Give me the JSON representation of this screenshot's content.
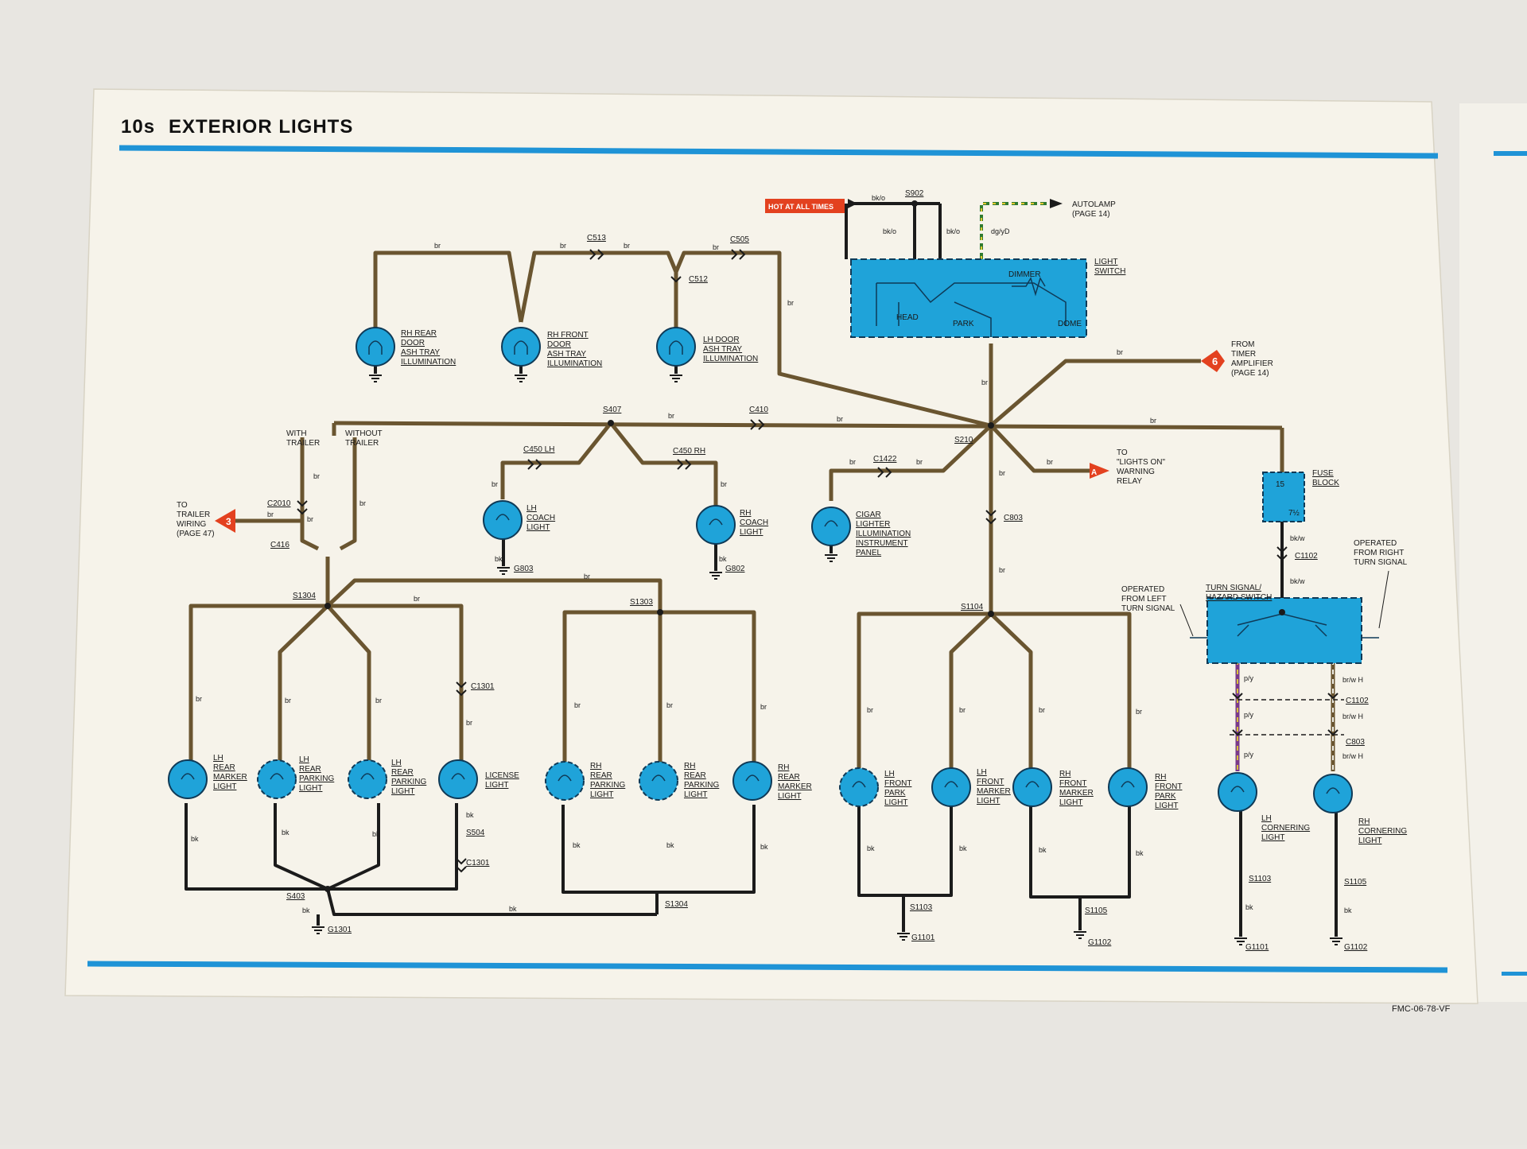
{
  "page": {
    "section": "10s",
    "title": "EXTERIOR LIGHTS",
    "footer_code": "FMC-06-78-VF"
  },
  "colors": {
    "wire_br": "#6a5530",
    "wire_bk": "#1b1b1b",
    "component_fill": "#1fa3d9",
    "rule_blue": "#1f93d6",
    "tag_red": "#e3411f",
    "paper": "#f6f3ea"
  },
  "power": {
    "hot_label": "HOT AT ALL TIMES",
    "splice": "S902",
    "autolamp": [
      "AUTOLAMP",
      "(PAGE 14)"
    ],
    "wires": [
      "bk/o",
      "bk/o",
      "bk/o",
      "dg/yD"
    ]
  },
  "light_switch": {
    "label": [
      "LIGHT",
      "SWITCH"
    ],
    "head": "HEAD",
    "park": "PARK",
    "dimmer": "DIMMER",
    "dome": "DOME"
  },
  "interior_lamps": [
    [
      "RH REAR",
      "DOOR",
      "ASH TRAY",
      "ILLUMINATION"
    ],
    [
      "RH FRONT",
      "DOOR",
      "ASH TRAY",
      "ILLUMINATION"
    ],
    [
      "LH DOOR",
      "ASH TRAY",
      "ILLUMINATION"
    ]
  ],
  "connectors": {
    "c513": "C513",
    "c505": "C505",
    "c512": "C512",
    "s407": "S407",
    "c410": "C410",
    "s210": "S210",
    "c450lh": "C450 LH",
    "c450rh": "C450 RH",
    "c1422": "C1422",
    "c803": "C803",
    "c2010": "C2010",
    "c416": "C416",
    "s1304": "S1304",
    "s1303": "S1303",
    "s1104": "S1104",
    "c1301": "C1301",
    "s504": "S504",
    "c1301b": "C1301",
    "s403": "S403",
    "s1304b": "S1304",
    "g1301": "G1301",
    "g803": "G803",
    "g802": "G802",
    "c1102": "C1102",
    "c1102b": "C1102",
    "c803b": "C803",
    "s1103": "S1103",
    "s1105": "S1105",
    "g1101": "G1101",
    "g1102": "G1102",
    "s1103b": "S1103",
    "s1105b": "S1105",
    "g1101b": "G1101",
    "g1102b": "G1102"
  },
  "tags": {
    "timer": "6",
    "timer_label": [
      "FROM",
      "TIMER",
      "AMPLIFIER",
      "(PAGE 14)"
    ],
    "warning": "A",
    "warning_label": [
      "TO",
      "\"LIGHTS ON\"",
      "WARNING",
      "RELAY"
    ],
    "trailer": "3",
    "trailer_label": [
      "TO",
      "TRAILER",
      "WIRING",
      "(PAGE 47)"
    ]
  },
  "trailer_labels": {
    "with": [
      "WITH",
      "TRAILER"
    ],
    "without": [
      "WITHOUT",
      "TRAILER"
    ]
  },
  "coach_lamps": {
    "lh": [
      "LH",
      "COACH",
      "LIGHT"
    ],
    "rh": [
      "RH",
      "COACH",
      "LIGHT"
    ]
  },
  "cigar": [
    "CIGAR",
    "LIGHTER",
    "ILLUMINATION",
    "INSTRUMENT",
    "PANEL"
  ],
  "fuse_block": {
    "label": [
      "FUSE",
      "BLOCK"
    ],
    "amp": "15",
    "pin": "7½"
  },
  "turn_switch": {
    "label": [
      "TURN SIGNAL/",
      "HAZARD SWITCH"
    ],
    "left_note": [
      "OPERATED",
      "FROM LEFT",
      "TURN SIGNAL"
    ],
    "right_note": [
      "OPERATED",
      "FROM RIGHT",
      "TURN SIGNAL"
    ]
  },
  "rear_lamps": [
    [
      "LH",
      "REAR",
      "MARKER",
      "LIGHT"
    ],
    [
      "LH",
      "REAR",
      "PARKING",
      "LIGHT"
    ],
    [
      "LH",
      "REAR",
      "PARKING",
      "LIGHT"
    ],
    [
      "LICENSE",
      "LIGHT"
    ],
    [
      "RH",
      "REAR",
      "PARKING",
      "LIGHT"
    ],
    [
      "RH",
      "REAR",
      "PARKING",
      "LIGHT"
    ],
    [
      "RH",
      "REAR",
      "MARKER",
      "LIGHT"
    ]
  ],
  "front_lamps": [
    [
      "LH",
      "FRONT",
      "PARK",
      "LIGHT"
    ],
    [
      "LH",
      "FRONT",
      "MARKER",
      "LIGHT"
    ],
    [
      "RH",
      "FRONT",
      "MARKER",
      "LIGHT"
    ],
    [
      "RH",
      "FRONT",
      "PARK",
      "LIGHT"
    ]
  ],
  "cornering_lamps": [
    [
      "LH",
      "CORNERING",
      "LIGHT"
    ],
    [
      "RH",
      "CORNERING",
      "LIGHT"
    ]
  ],
  "wire_labels": {
    "br": "br",
    "bk": "bk",
    "bkw": "bk/w",
    "py": "p/y",
    "brwh": "br/w H"
  }
}
